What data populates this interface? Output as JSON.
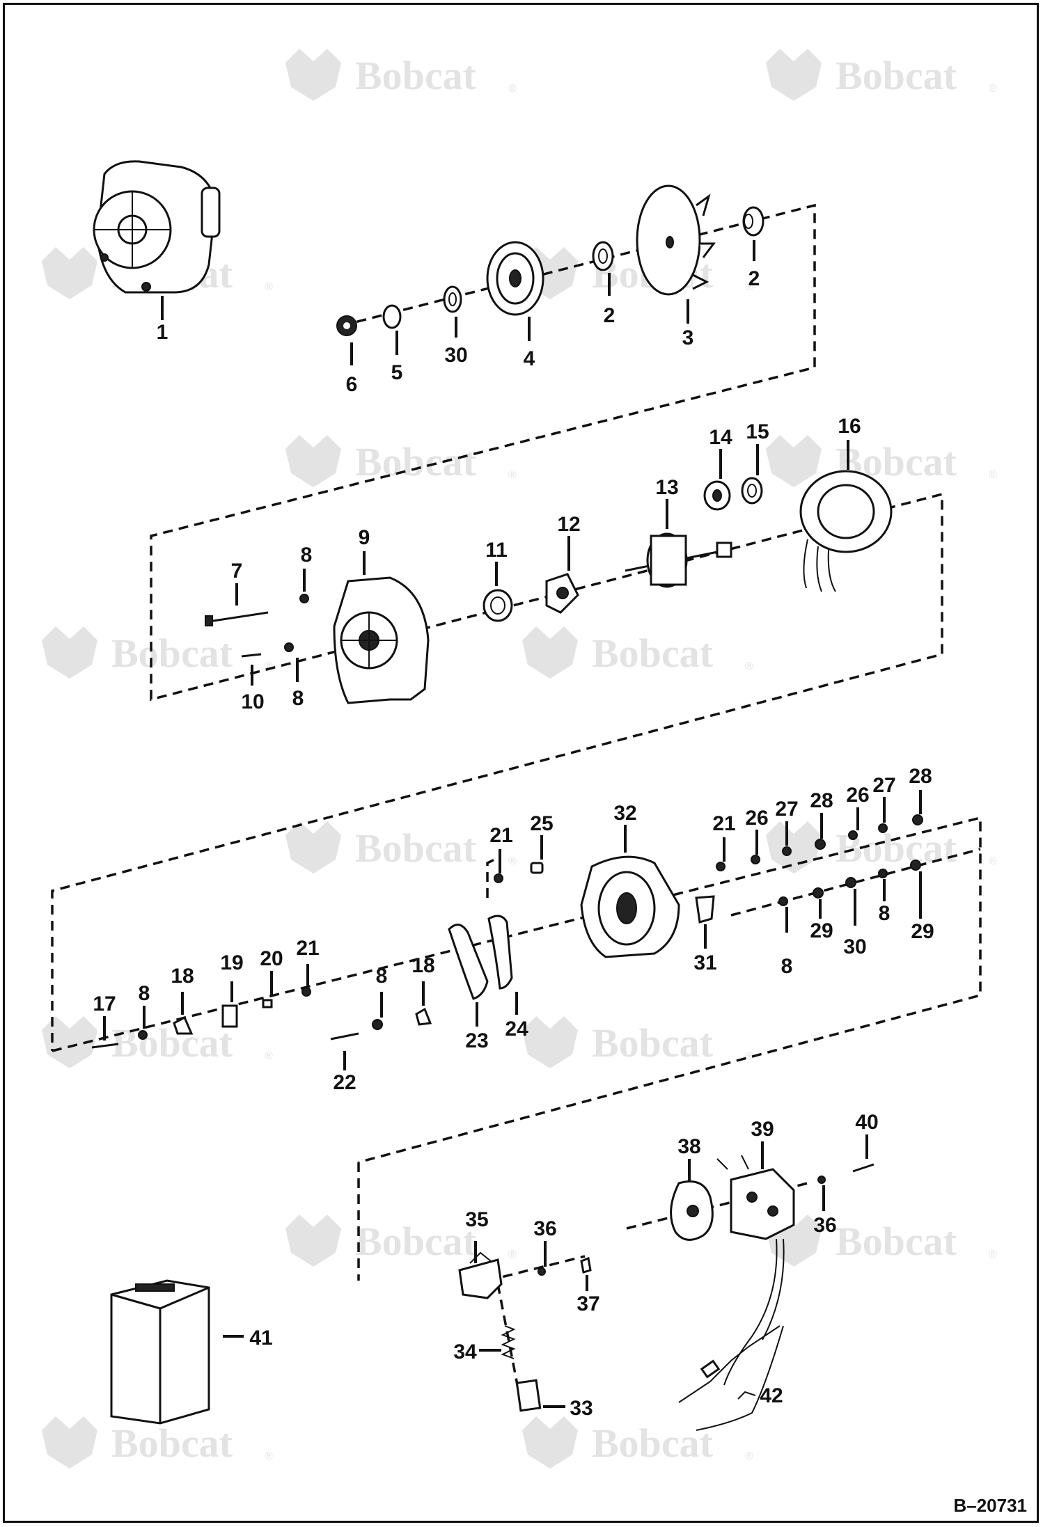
{
  "watermark": {
    "brand": "Bobcat",
    "reg": "®"
  },
  "figure_code": "B–20731",
  "callouts": {
    "c1": "1",
    "c2a": "2",
    "c2b": "2",
    "c3": "3",
    "c4": "4",
    "c5": "5",
    "c6": "6",
    "c7": "7",
    "c8a": "8",
    "c8b": "8",
    "c8c": "8",
    "c8d": "8",
    "c8e": "8",
    "c8f": "8",
    "c9": "9",
    "c10": "10",
    "c11": "11",
    "c12": "12",
    "c13": "13",
    "c14": "14",
    "c15": "15",
    "c16": "16",
    "c17": "17",
    "c18a": "18",
    "c18b": "18",
    "c19": "19",
    "c20": "20",
    "c21a": "21",
    "c21b": "21",
    "c21c": "21",
    "c22": "22",
    "c23": "23",
    "c24": "24",
    "c25": "25",
    "c26a": "26",
    "c26b": "26",
    "c27a": "27",
    "c27b": "27",
    "c28a": "28",
    "c28b": "28",
    "c29a": "29",
    "c29b": "29",
    "c30a": "30",
    "c30b": "30",
    "c31": "31",
    "c32": "32",
    "c33": "33",
    "c34": "34",
    "c35": "35",
    "c36a": "36",
    "c36b": "36",
    "c37": "37",
    "c38": "38",
    "c39": "39",
    "c40": "40",
    "c41": "41",
    "c42": "42"
  }
}
